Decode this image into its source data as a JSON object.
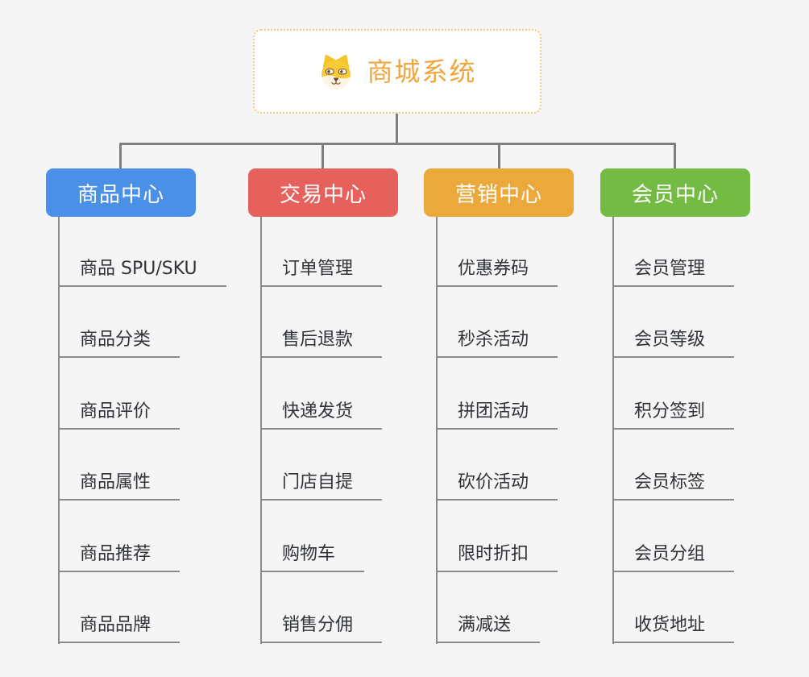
{
  "root": {
    "title": "商城系统",
    "icon": "dog-face-icon"
  },
  "branches": [
    {
      "label": "商品中心",
      "color": "#4a8fe8",
      "children": [
        "商品 SPU/SKU",
        "商品分类",
        "商品评价",
        "商品属性",
        "商品推荐",
        "商品品牌"
      ]
    },
    {
      "label": "交易中心",
      "color": "#e6605c",
      "children": [
        "订单管理",
        "售后退款",
        "快递发货",
        "门店自提",
        "购物车",
        "销售分佣"
      ]
    },
    {
      "label": "营销中心",
      "color": "#eba93b",
      "children": [
        "优惠券码",
        "秒杀活动",
        "拼团活动",
        "砍价活动",
        "限时折扣",
        "满减送"
      ]
    },
    {
      "label": "会员中心",
      "color": "#74bb43",
      "children": [
        "会员管理",
        "会员等级",
        "积分签到",
        "会员标签",
        "会员分组",
        "收货地址"
      ]
    }
  ],
  "colors": {
    "canvas_bg": "#f5f5f6",
    "trunk_line": "#7e7e7e",
    "child_line": "#8a8a8a",
    "root_border": "#f6c87d",
    "root_text": "#efa63d",
    "child_text": "#2f3338"
  }
}
